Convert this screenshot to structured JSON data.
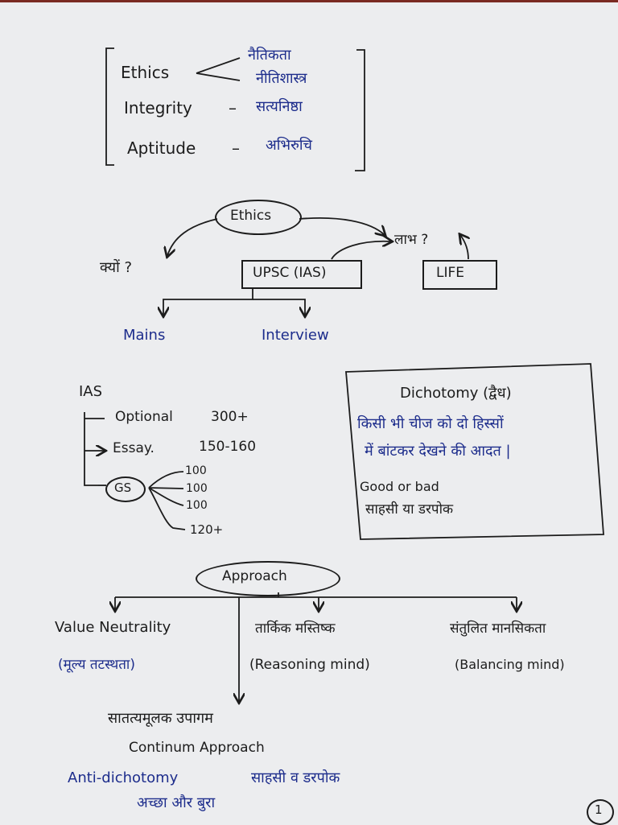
{
  "section1": {
    "ethics": "Ethics",
    "ethics_hi_1": "नैतिकता",
    "ethics_hi_2": "नीतिशास्त्र",
    "integrity": "Integrity",
    "integrity_hi": "सत्यनिष्ठा",
    "aptitude": "Aptitude",
    "aptitude_hi": "अभिरुचि",
    "dash": "–"
  },
  "section2": {
    "ethics_oval": "Ethics",
    "kyon": "क्यों ?",
    "labh": "लाभ ?",
    "upsc": "UPSC (IAS)",
    "life": "LIFE",
    "mains": "Mains",
    "interview": "Interview"
  },
  "section3": {
    "ias": "IAS",
    "optional": "Optional",
    "optional_marks": "300+",
    "essay": "Essay.",
    "essay_marks": "150-160",
    "gs": "GS",
    "gs_marks": [
      "100",
      "100",
      "100",
      "120+"
    ]
  },
  "dichotomy_box": {
    "title": "Dichotomy (द्वैध)",
    "line1": "किसी भी चीज को दो हिस्सों",
    "line2": "में बांटकर देखने की आदत |",
    "line3": "Good or bad",
    "line4": "साहसी या डरपोक"
  },
  "approach": {
    "label": "Approach",
    "value_neutrality": "Value Neutrality",
    "value_neutrality_hi": "(मूल्य तटस्थता)",
    "tarkik": "तार्किक मस्तिष्क",
    "reasoning": "(Reasoning mind)",
    "santulit": "संतुलित मानसिकता",
    "balancing": "(Balancing mind)"
  },
  "continuum": {
    "hi": "सातत्यमूलक उपागम",
    "en": "Continum Approach",
    "anti": "Anti-dichotomy",
    "anti_hi": "साहसी व डरपोक",
    "good_bad": "अच्छा और बुरा"
  },
  "page_number": "1"
}
